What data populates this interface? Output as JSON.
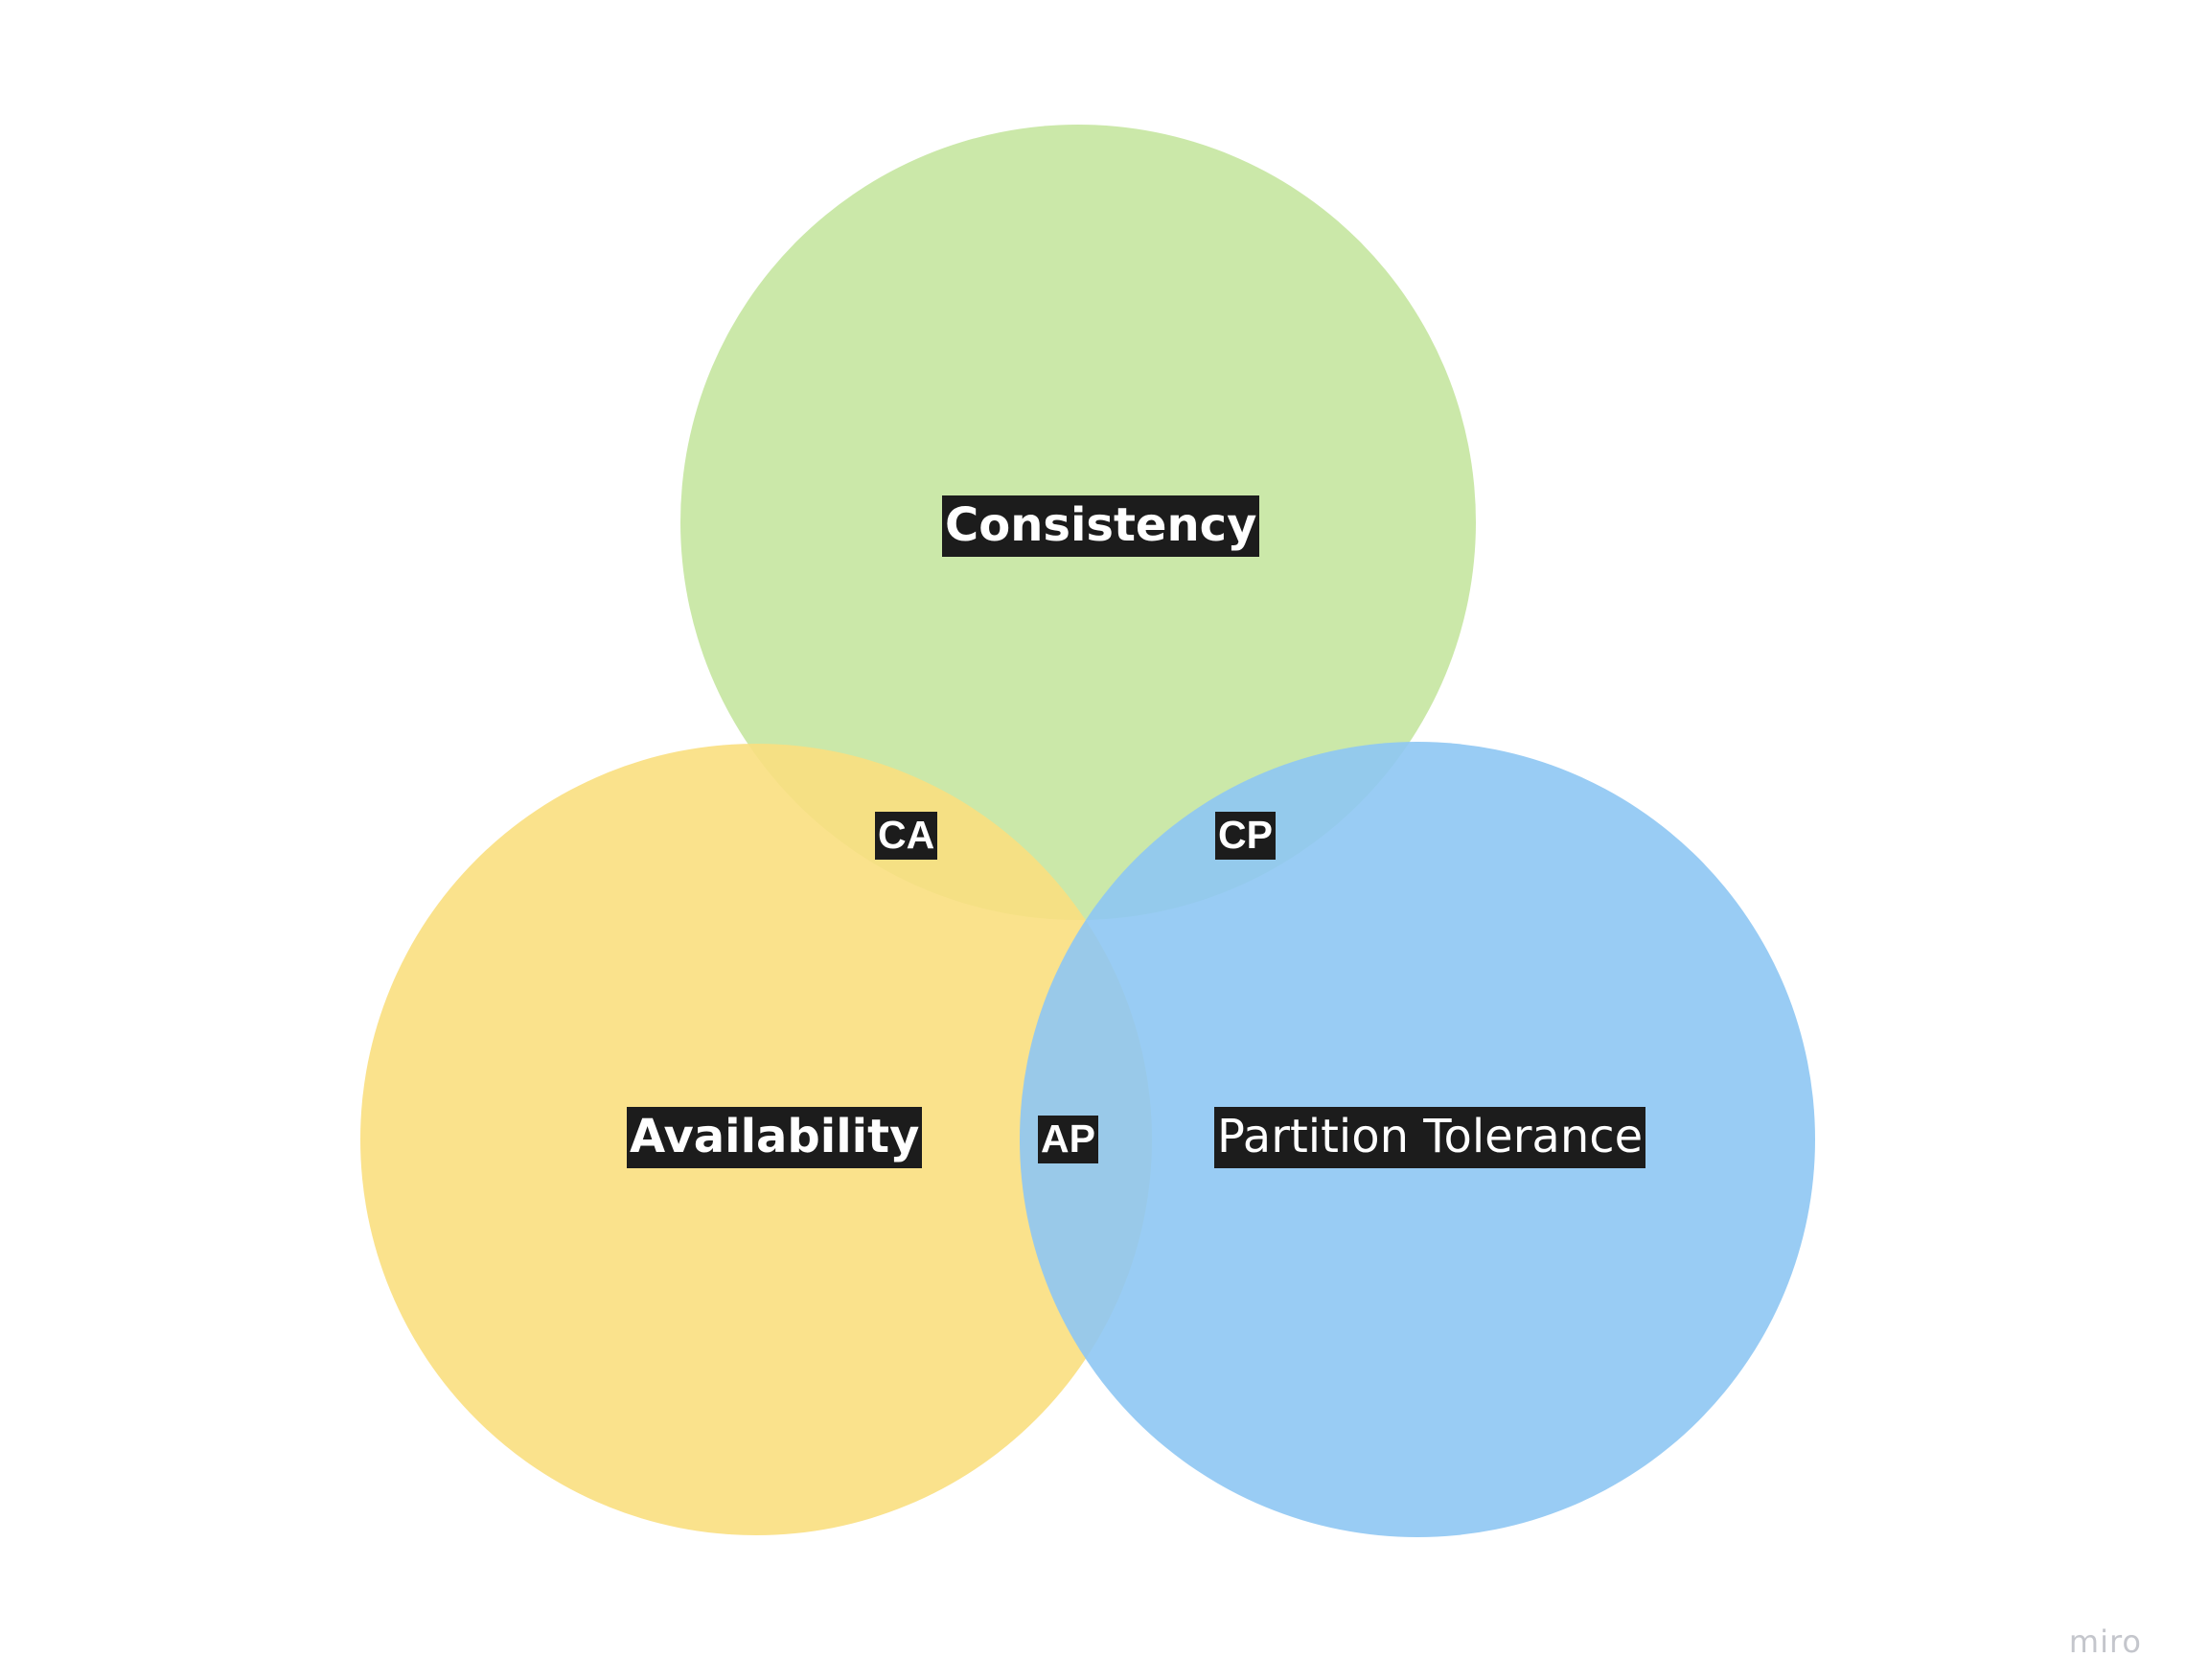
{
  "diagram": {
    "sets": [
      {
        "id": "consistency",
        "label": "Consistency",
        "color": "#c5e5a0"
      },
      {
        "id": "availability",
        "label": "Availability",
        "color": "#f9df80"
      },
      {
        "id": "partition",
        "label": "Partition Tolerance",
        "color": "#8ec6f3"
      }
    ],
    "intersections": [
      {
        "id": "ca",
        "label": "CA",
        "sets": [
          "consistency",
          "availability"
        ]
      },
      {
        "id": "cp",
        "label": "CP",
        "sets": [
          "consistency",
          "partition"
        ]
      },
      {
        "id": "ap",
        "label": "AP",
        "sets": [
          "availability",
          "partition"
        ]
      }
    ],
    "label_background": "#1c1c1c",
    "label_text_color": "#ffffff"
  },
  "watermark": "miro"
}
